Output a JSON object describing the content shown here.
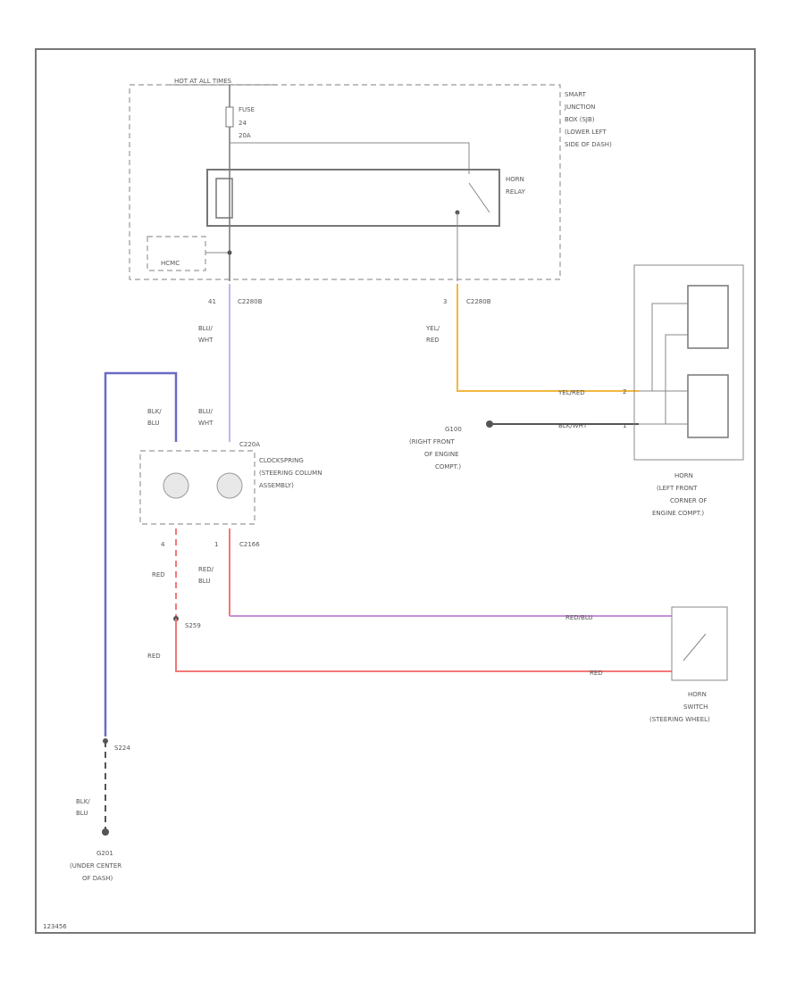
{
  "colors": {
    "blk_blu": "#6a6ac8",
    "blu_wht": "#b9b9f2",
    "yel_red": "#f2b840",
    "red_blu": "#c890d8",
    "red": "#f27878",
    "blk_wht": "#555555",
    "frame": "#777777"
  },
  "labels": {
    "hot_at_all_times": "HOT AT ALL TIMES",
    "fuse": "FUSE",
    "fuse_number": "24",
    "fuse_amps": "20A",
    "sjb": [
      "SMART",
      "JUNCTION",
      "BOX (SJB)",
      "(LOWER LEFT",
      "SIDE OF DASH)"
    ],
    "horn_relay": [
      "HORN",
      "RELAY"
    ],
    "hcm": "HCMC",
    "c2280_pin_left": "41",
    "c2280_pin_right": "3",
    "c2280": "C2280B",
    "blu_wht": [
      "BLU/",
      "WHT"
    ],
    "yel_red": [
      "YEL/",
      "RED"
    ],
    "blk_blu": [
      "BLK/",
      "BLU"
    ],
    "blu_wht_2": [
      "BLU/",
      "WHT"
    ],
    "c220a": "C220A",
    "clockspring": [
      "CLOCKSPRING",
      "(STEERING COLUMN",
      "ASSEMBLY)"
    ],
    "clock_pin_left": "4",
    "clock_pin_right": "1",
    "c2166": "C2166",
    "red_1": "RED",
    "red_blu": [
      "RED/",
      "BLU"
    ],
    "s259": "S259",
    "red_2": "RED",
    "s224": "S224",
    "blk_blu_2": [
      "BLK/",
      "BLU"
    ],
    "g201": [
      "G201",
      "(UNDER CENTER",
      "OF DASH)"
    ],
    "g100": [
      "G100",
      "(RIGHT FRONT",
      "OF ENGINE",
      "COMPT.)"
    ],
    "yel_red_label": "YEL/RED",
    "blk_wht_label": "BLK/WHT",
    "horn_pin_1": "2",
    "horn_pin_2": "1",
    "horn": [
      "HORN",
      "(LEFT FRONT",
      "CORNER OF",
      "ENGINE COMPT.)"
    ],
    "red_blu_label": "RED/BLU",
    "red_label": "RED",
    "horn_switch": [
      "HORN",
      "SWITCH",
      "(STEERING WHEEL)"
    ],
    "diagram_id": "123456"
  }
}
